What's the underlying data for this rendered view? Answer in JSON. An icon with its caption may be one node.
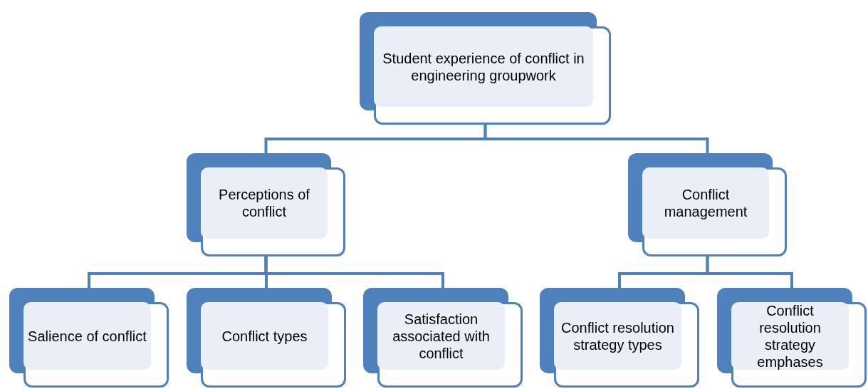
{
  "diagram": {
    "nodes": [
      {
        "text": [
          "Student experience of conflict in engineering groupwork"
        ]
      },
      {
        "text": [
          "Perceptions of conflict"
        ]
      },
      {
        "text": [
          "Conflict management"
        ]
      },
      {
        "text": [
          "Salience of conflict"
        ]
      },
      {
        "text": [
          "Conflict types"
        ]
      },
      {
        "text": [
          "Satisfaction associated with conflict"
        ]
      },
      {
        "text": [
          "Conflict resolution strategy types"
        ]
      },
      {
        "text": [
          "Conflict resolution strategy emphases"
        ]
      }
    ],
    "edges": [
      {
        "from": 0,
        "to": 1,
        "arrow": "none"
      },
      {
        "from": 0,
        "to": 2,
        "arrow": "none"
      },
      {
        "from": 1,
        "to": 3,
        "arrow": "none"
      },
      {
        "from": 1,
        "to": 4,
        "arrow": "none"
      },
      {
        "from": 1,
        "to": 5,
        "arrow": "none"
      },
      {
        "from": 2,
        "to": 6,
        "arrow": "none"
      },
      {
        "from": 2,
        "to": 7,
        "arrow": "none"
      }
    ]
  }
}
